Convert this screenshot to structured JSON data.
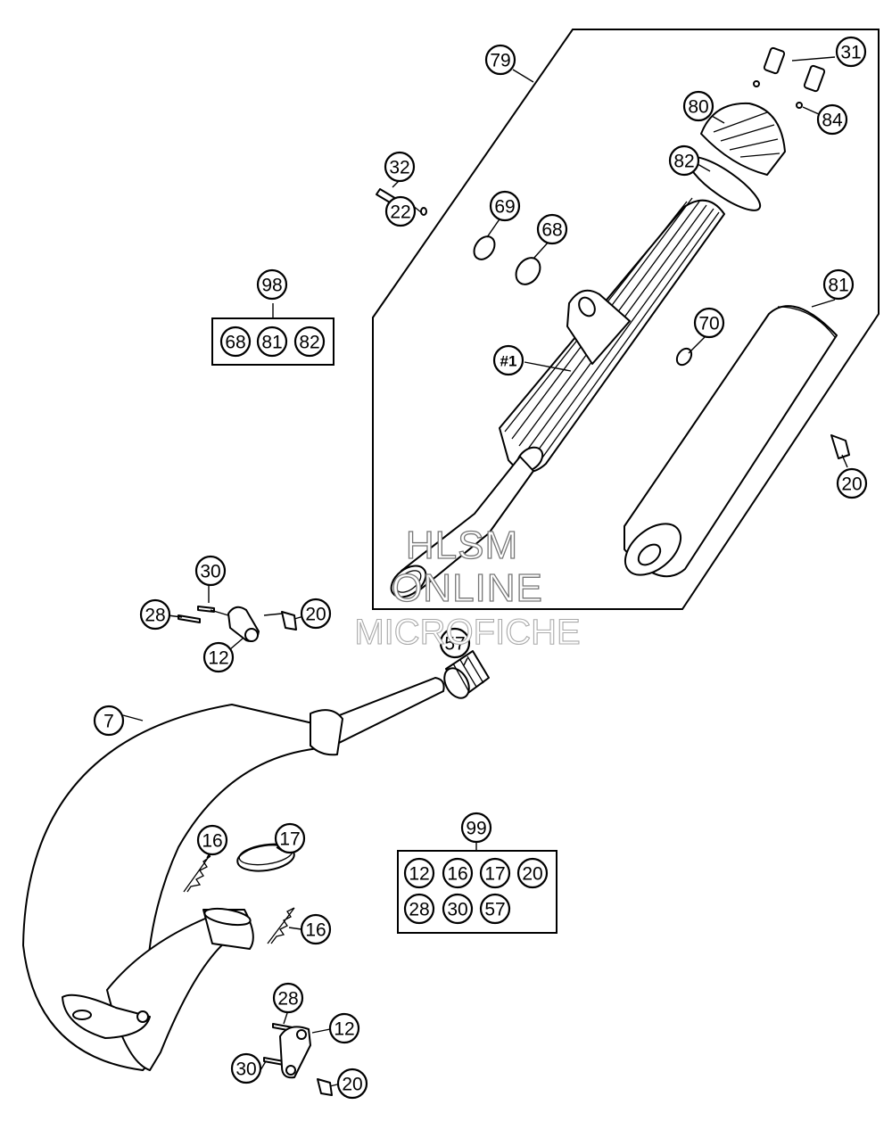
{
  "callouts": {
    "c79": "79",
    "c31": "31",
    "c80": "80",
    "c84": "84",
    "c82a": "82",
    "c32": "32",
    "c22": "22",
    "c69": "69",
    "c68a": "68",
    "c81a": "81",
    "c70": "70",
    "c1": "#1",
    "c20a": "20",
    "c30a": "30",
    "c28a": "28",
    "c20b": "20",
    "c12a": "12",
    "c57a": "57",
    "c7": "7",
    "c16a": "16",
    "c17a": "17",
    "c16b": "16",
    "c28b": "28",
    "c12b": "12",
    "c30b": "30",
    "c20c": "20"
  },
  "kits": {
    "k98": {
      "label": "98",
      "items": [
        "68",
        "81",
        "82"
      ]
    },
    "k99": {
      "label": "99",
      "row1": [
        "12",
        "16",
        "17",
        "20"
      ],
      "row2": [
        "28",
        "30",
        "57"
      ]
    }
  },
  "watermark": {
    "line1": "HLSM",
    "line2": "ONLINE",
    "line3": "MICROFICHE"
  }
}
